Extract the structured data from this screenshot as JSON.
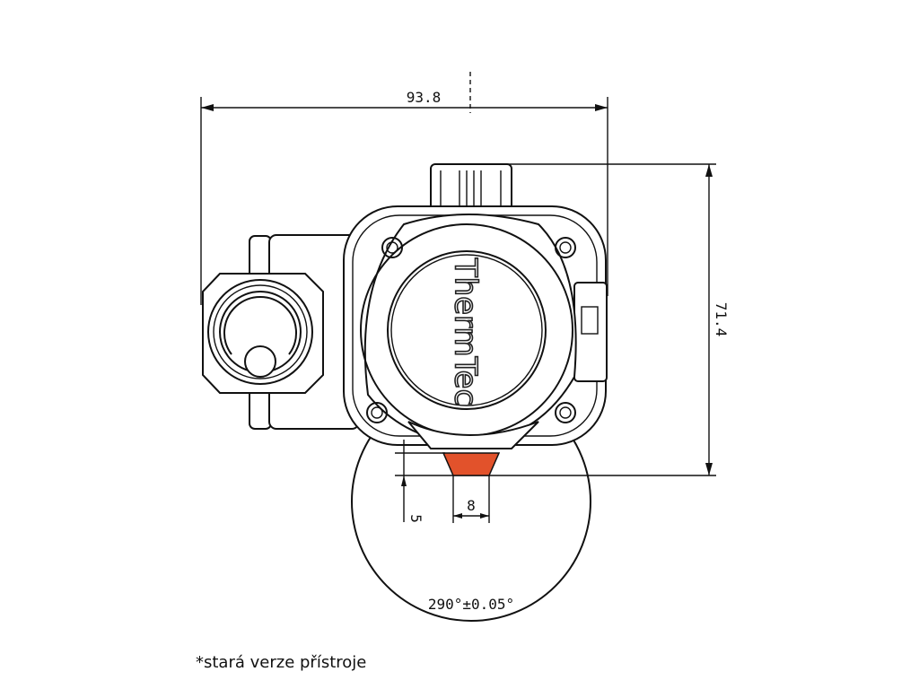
{
  "dimensions": {
    "width": "93.8",
    "height": "71.4",
    "nozzle_width": "8",
    "nozzle_offset": "5",
    "angle": "290°±0.05°"
  },
  "logo_text": "ThermTec",
  "caption": "*stará verze přístroje",
  "colors": {
    "nozzle": "#e2522b",
    "line": "#111111"
  }
}
